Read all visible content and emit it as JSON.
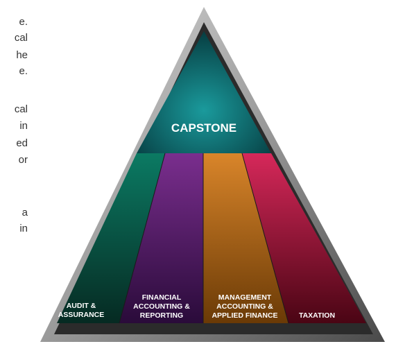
{
  "left_text_fragments": [
    "e.",
    "cal",
    "he",
    "e.",
    "cal",
    "in",
    "ed",
    "or",
    "a",
    "in"
  ],
  "diagram": {
    "top_label": "CAPSTONE",
    "pillars": [
      {
        "lines": [
          "AUDIT &",
          "ASSURANCE"
        ],
        "color_top": "#0b7a63",
        "color_bottom": "#062a22"
      },
      {
        "lines": [
          "FINANCIAL",
          "ACCOUNTING &",
          "REPORTING"
        ],
        "color_top": "#7a2e8e",
        "color_bottom": "#2a0b3a"
      },
      {
        "lines": [
          "MANAGEMENT",
          "ACCOUNTING &",
          "APPLIED FINANCE"
        ],
        "color_top": "#d9852a",
        "color_bottom": "#6a3a06"
      },
      {
        "lines": [
          "TAXATION"
        ],
        "color_top": "#d6285a",
        "color_bottom": "#4a0514"
      }
    ],
    "capstone_colors": {
      "center": "#1a9a9c",
      "edge": "#05363a"
    },
    "frame_color": "#8a8a8a"
  }
}
